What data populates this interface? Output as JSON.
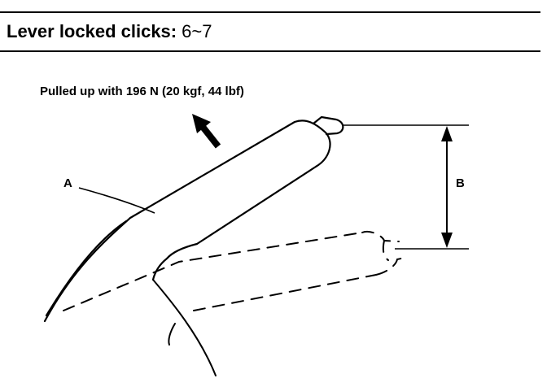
{
  "header": {
    "label": "Lever locked clicks:",
    "value": "6~7"
  },
  "diagram": {
    "caption": "Pulled up with 196 N (20 kgf, 44 lbf)",
    "callout_a": "A",
    "callout_b": "B"
  }
}
